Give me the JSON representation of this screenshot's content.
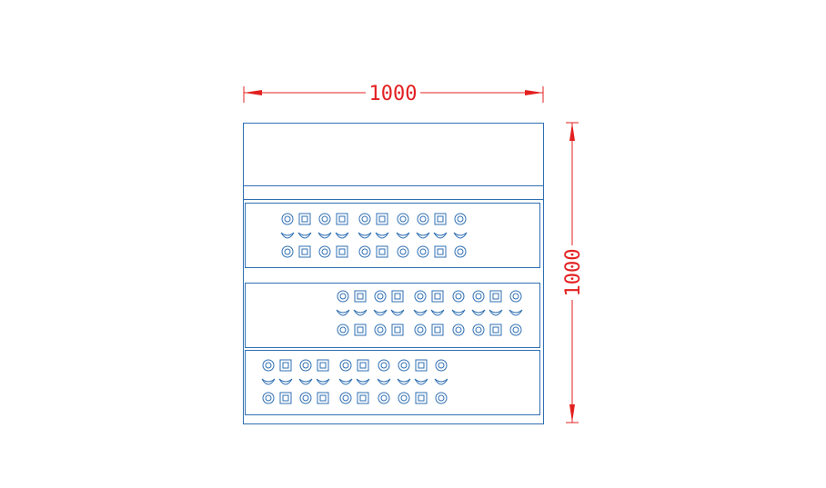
{
  "colors": {
    "background": "#ffffff",
    "dimension": "#e32020",
    "outline": "#2f6fb3"
  },
  "dimensions": {
    "width_label": "1000",
    "height_label": "1000"
  },
  "symbols": {
    "circle": "circle-icon",
    "square": "square-icon",
    "cup": "cup-icon"
  },
  "panels": [
    {
      "name": "panel-1",
      "units": 10
    },
    {
      "name": "panel-2",
      "units": 10
    },
    {
      "name": "panel-3",
      "units": 10
    }
  ]
}
